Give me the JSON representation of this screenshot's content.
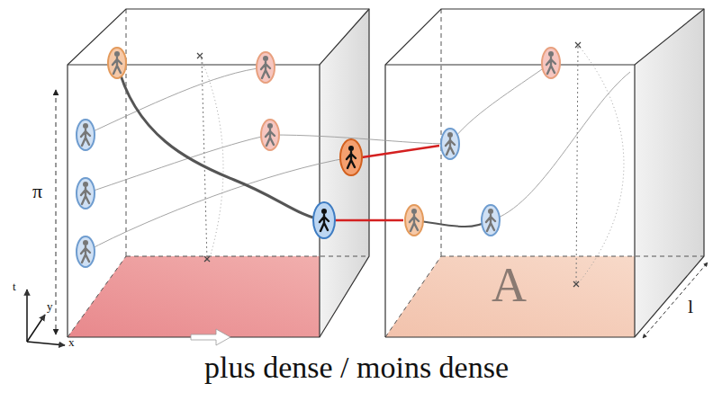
{
  "diagram": {
    "caption": "plus dense / moins dense",
    "labels": [
      "π",
      "A",
      "l",
      "t",
      "y",
      "x"
    ]
  }
}
